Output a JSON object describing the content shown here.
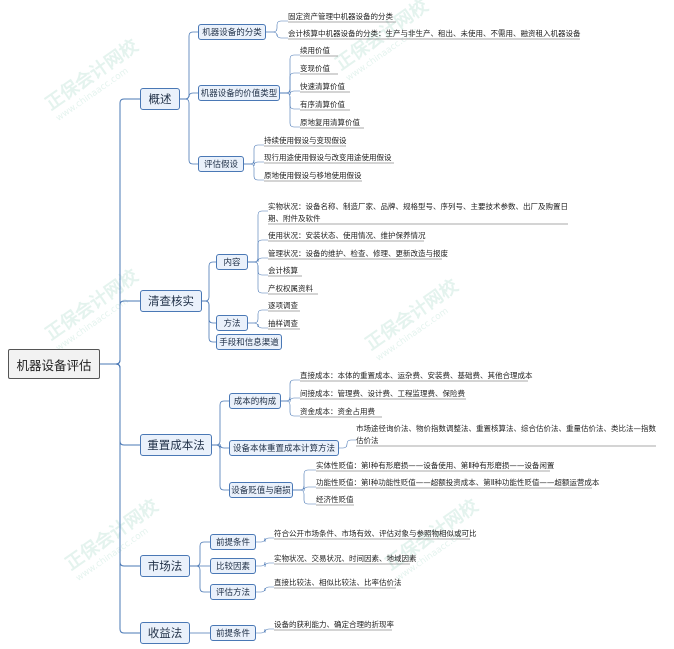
{
  "root": "机器设备评估",
  "overview": {
    "label": "概述",
    "classification": {
      "label": "机器设备的分类",
      "items": [
        "固定资产管理中机器设备的分类",
        "会计核算中机器设备的分类：生产与非生产、租出、未使用、不需用、融资租入机器设备"
      ]
    },
    "value_types": {
      "label": "机器设备的价值类型",
      "items": [
        "续用价值",
        "变现价值",
        "快速清算价值",
        "有序清算价值",
        "原地复用清算价值"
      ]
    },
    "assumptions": {
      "label": "评估假设",
      "items": [
        "持续使用假设与变现假设",
        "现行用途使用假设与改变用途使用假设",
        "原地使用假设与移地使用假设"
      ]
    }
  },
  "inventory": {
    "label": "清查核实",
    "content": {
      "label": "内容",
      "items": [
        "实物状况：设备名称、制造厂家、品牌、规格型号、序列号、主要技术参数、出厂及购置日期、附件及软件",
        "使用状况：安装状态、使用情况、维护保养情况",
        "管理状况：设备的维护、检查、修理、更新改造与报废",
        "会计核算",
        "产权权属资料"
      ]
    },
    "method": {
      "label": "方法",
      "items": [
        "逐项调查",
        "抽样调查"
      ]
    },
    "channels": {
      "label": "手段和信息渠道"
    }
  },
  "replacement": {
    "label": "重置成本法",
    "cost": {
      "label": "成本的构成",
      "items": [
        "直接成本：本体的重置成本、运杂费、安装费、基础费、其他合理成本",
        "间接成本：管理费、设计费、工程监理费、保险费",
        "资金成本：资金占用费"
      ]
    },
    "calc": {
      "label": "设备本体重置成本计算方法",
      "items": [
        "市场途径询价法、物价指数调整法、重置核算法、综合估价法、重量估价法、类比法—指数估价法"
      ]
    },
    "depreciation": {
      "label": "设备贬值与磨损",
      "items": [
        "实体性贬值：第Ⅰ种有形磨损——设备使用、第Ⅱ种有形磨损——设备闲置",
        "功能性贬值：第Ⅰ种功能性贬值——超额投资成本、第Ⅱ种功能性贬值——超额运营成本",
        "经济性贬值"
      ]
    }
  },
  "market": {
    "label": "市场法",
    "premise": {
      "label": "前提条件",
      "items": [
        "符合公开市场条件、市场有效、评估对象与参照物相似或可比"
      ]
    },
    "factors": {
      "label": "比较因素",
      "items": [
        "实物状况、交易状况、时间因素、地域因素"
      ]
    },
    "methods": {
      "label": "评估方法",
      "items": [
        "直接比较法、相似比较法、比率估价法"
      ]
    }
  },
  "income": {
    "label": "收益法",
    "premise": {
      "label": "前提条件",
      "items": [
        "设备的获利能力、确定合理的折现率"
      ]
    }
  },
  "watermark": {
    "brand": "正保会计网校",
    "site": "www.chinaacc.com"
  },
  "colors": {
    "line": "#4a78b5",
    "node_fill": "#eaf1fb",
    "leaf_underline": "#555555"
  }
}
